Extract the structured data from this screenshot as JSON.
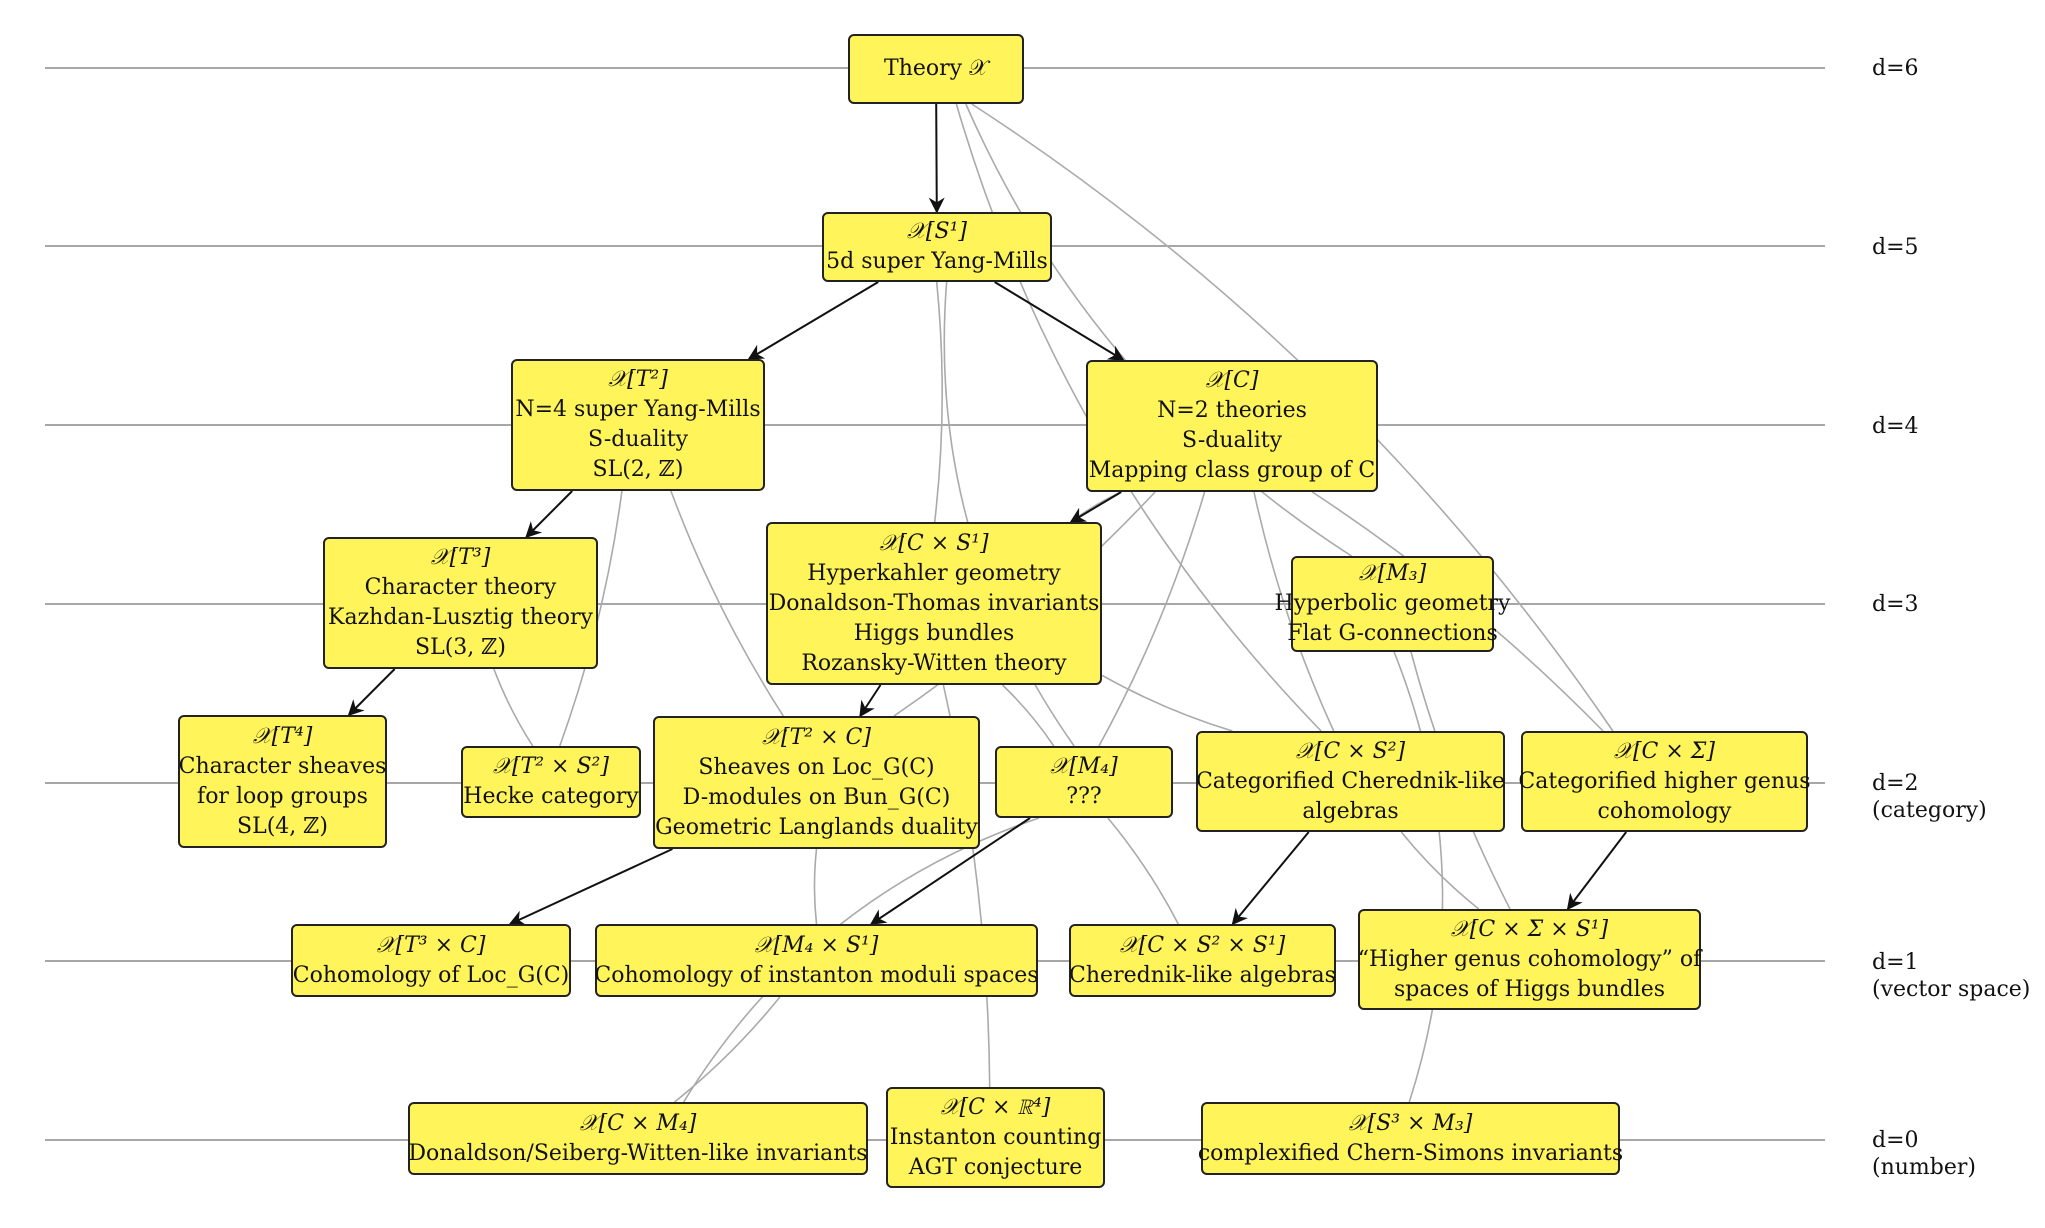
{
  "levels": [
    {
      "label": "d=6",
      "sub": ""
    },
    {
      "label": "d=5",
      "sub": ""
    },
    {
      "label": "d=4",
      "sub": ""
    },
    {
      "label": "d=3",
      "sub": ""
    },
    {
      "label": "d=2",
      "sub": "(category)"
    },
    {
      "label": "d=1",
      "sub": "(vector space)"
    },
    {
      "label": "d=0",
      "sub": "(number)"
    }
  ],
  "nodes": [
    {
      "id": "theory",
      "title": "Theory 𝒳",
      "lines": []
    },
    {
      "id": "s1",
      "title": "𝒳[S¹]",
      "lines": [
        "5d super Yang-Mills"
      ]
    },
    {
      "id": "t2",
      "title": "𝒳[T²]",
      "lines": [
        "N=4 super Yang-Mills",
        "S-duality",
        "SL(2, ℤ)"
      ]
    },
    {
      "id": "c",
      "title": "𝒳[C]",
      "lines": [
        "N=2 theories",
        "S-duality",
        "Mapping class group of C"
      ]
    },
    {
      "id": "t3",
      "title": "𝒳[T³]",
      "lines": [
        "Character theory",
        "Kazhdan-Lusztig theory",
        "SL(3, ℤ)"
      ]
    },
    {
      "id": "cs1",
      "title": "𝒳[C × S¹]",
      "lines": [
        "Hyperkahler geometry",
        "Donaldson-Thomas invariants",
        "Higgs bundles",
        "Rozansky-Witten theory"
      ]
    },
    {
      "id": "m3",
      "title": "𝒳[M₃]",
      "lines": [
        "Hyperbolic geometry",
        "Flat G-connections"
      ]
    },
    {
      "id": "t4",
      "title": "𝒳[T⁴]",
      "lines": [
        "Character sheaves",
        "for loop groups",
        "SL(4, ℤ)"
      ]
    },
    {
      "id": "t2s2",
      "title": "𝒳[T² × S²]",
      "lines": [
        "Hecke category"
      ]
    },
    {
      "id": "t2c",
      "title": "𝒳[T² × C]",
      "lines": [
        "Sheaves on Loc_G(C)",
        "D-modules on Bun_G(C)",
        "Geometric Langlands duality"
      ]
    },
    {
      "id": "m4",
      "title": "𝒳[M₄]",
      "lines": [
        "???"
      ]
    },
    {
      "id": "cs2",
      "title": "𝒳[C × S²]",
      "lines": [
        "Categorified Cherednik-like",
        "algebras"
      ]
    },
    {
      "id": "csig",
      "title": "𝒳[C × Σ]",
      "lines": [
        "Categorified higher genus",
        "cohomology"
      ]
    },
    {
      "id": "t3c",
      "title": "𝒳[T³ × C]",
      "lines": [
        "Cohomology of Loc_G(C)"
      ]
    },
    {
      "id": "m4s1",
      "title": "𝒳[M₄ × S¹]",
      "lines": [
        "Cohomology of instanton moduli spaces"
      ]
    },
    {
      "id": "cs2s1",
      "title": "𝒳[C × S² × S¹]",
      "lines": [
        "Cherednik-like algebras"
      ]
    },
    {
      "id": "csigs1",
      "title": "𝒳[C × Σ × S¹]",
      "lines": [
        "“Higher genus cohomology” of",
        "spaces of Higgs bundles"
      ]
    },
    {
      "id": "cm4",
      "title": "𝒳[C × M₄]",
      "lines": [
        "Donaldson/Seiberg-Witten-like invariants"
      ]
    },
    {
      "id": "cr4",
      "title": "𝒳[C × ℝ⁴]",
      "lines": [
        "Instanton counting",
        "AGT conjecture"
      ]
    },
    {
      "id": "s3m3",
      "title": "𝒳[S³ × M₃]",
      "lines": [
        "complexified Chern-Simons invariants"
      ]
    }
  ],
  "arrows": [
    [
      "theory",
      "s1"
    ],
    [
      "s1",
      "t2"
    ],
    [
      "s1",
      "c"
    ],
    [
      "t2",
      "t3"
    ],
    [
      "c",
      "cs1"
    ],
    [
      "t3",
      "t4"
    ],
    [
      "cs1",
      "t2c"
    ],
    [
      "t2c",
      "t3c"
    ],
    [
      "m4",
      "m4s1"
    ],
    [
      "cs2",
      "cs2s1"
    ],
    [
      "csig",
      "csigs1"
    ]
  ],
  "links": [
    [
      "theory",
      "m3"
    ],
    [
      "theory",
      "csig"
    ],
    [
      "theory",
      "cs2"
    ],
    [
      "s1",
      "cs1"
    ],
    [
      "s1",
      "m4"
    ],
    [
      "t2",
      "t2s2"
    ],
    [
      "t2",
      "t2c"
    ],
    [
      "c",
      "m4"
    ],
    [
      "c",
      "cs2"
    ],
    [
      "c",
      "csig"
    ],
    [
      "c",
      "cs1"
    ],
    [
      "c",
      "t2c"
    ],
    [
      "t3",
      "t2s2"
    ],
    [
      "cs1",
      "m4"
    ],
    [
      "cs1",
      "cs2"
    ],
    [
      "cs1",
      "cr4"
    ],
    [
      "m3",
      "csigs1"
    ],
    [
      "m3",
      "s3m3"
    ],
    [
      "t2c",
      "m4s1"
    ],
    [
      "m4",
      "cs2s1"
    ],
    [
      "cs2",
      "csigs1"
    ],
    [
      "m4s1",
      "cm4"
    ],
    [
      "m4",
      "cm4"
    ]
  ]
}
